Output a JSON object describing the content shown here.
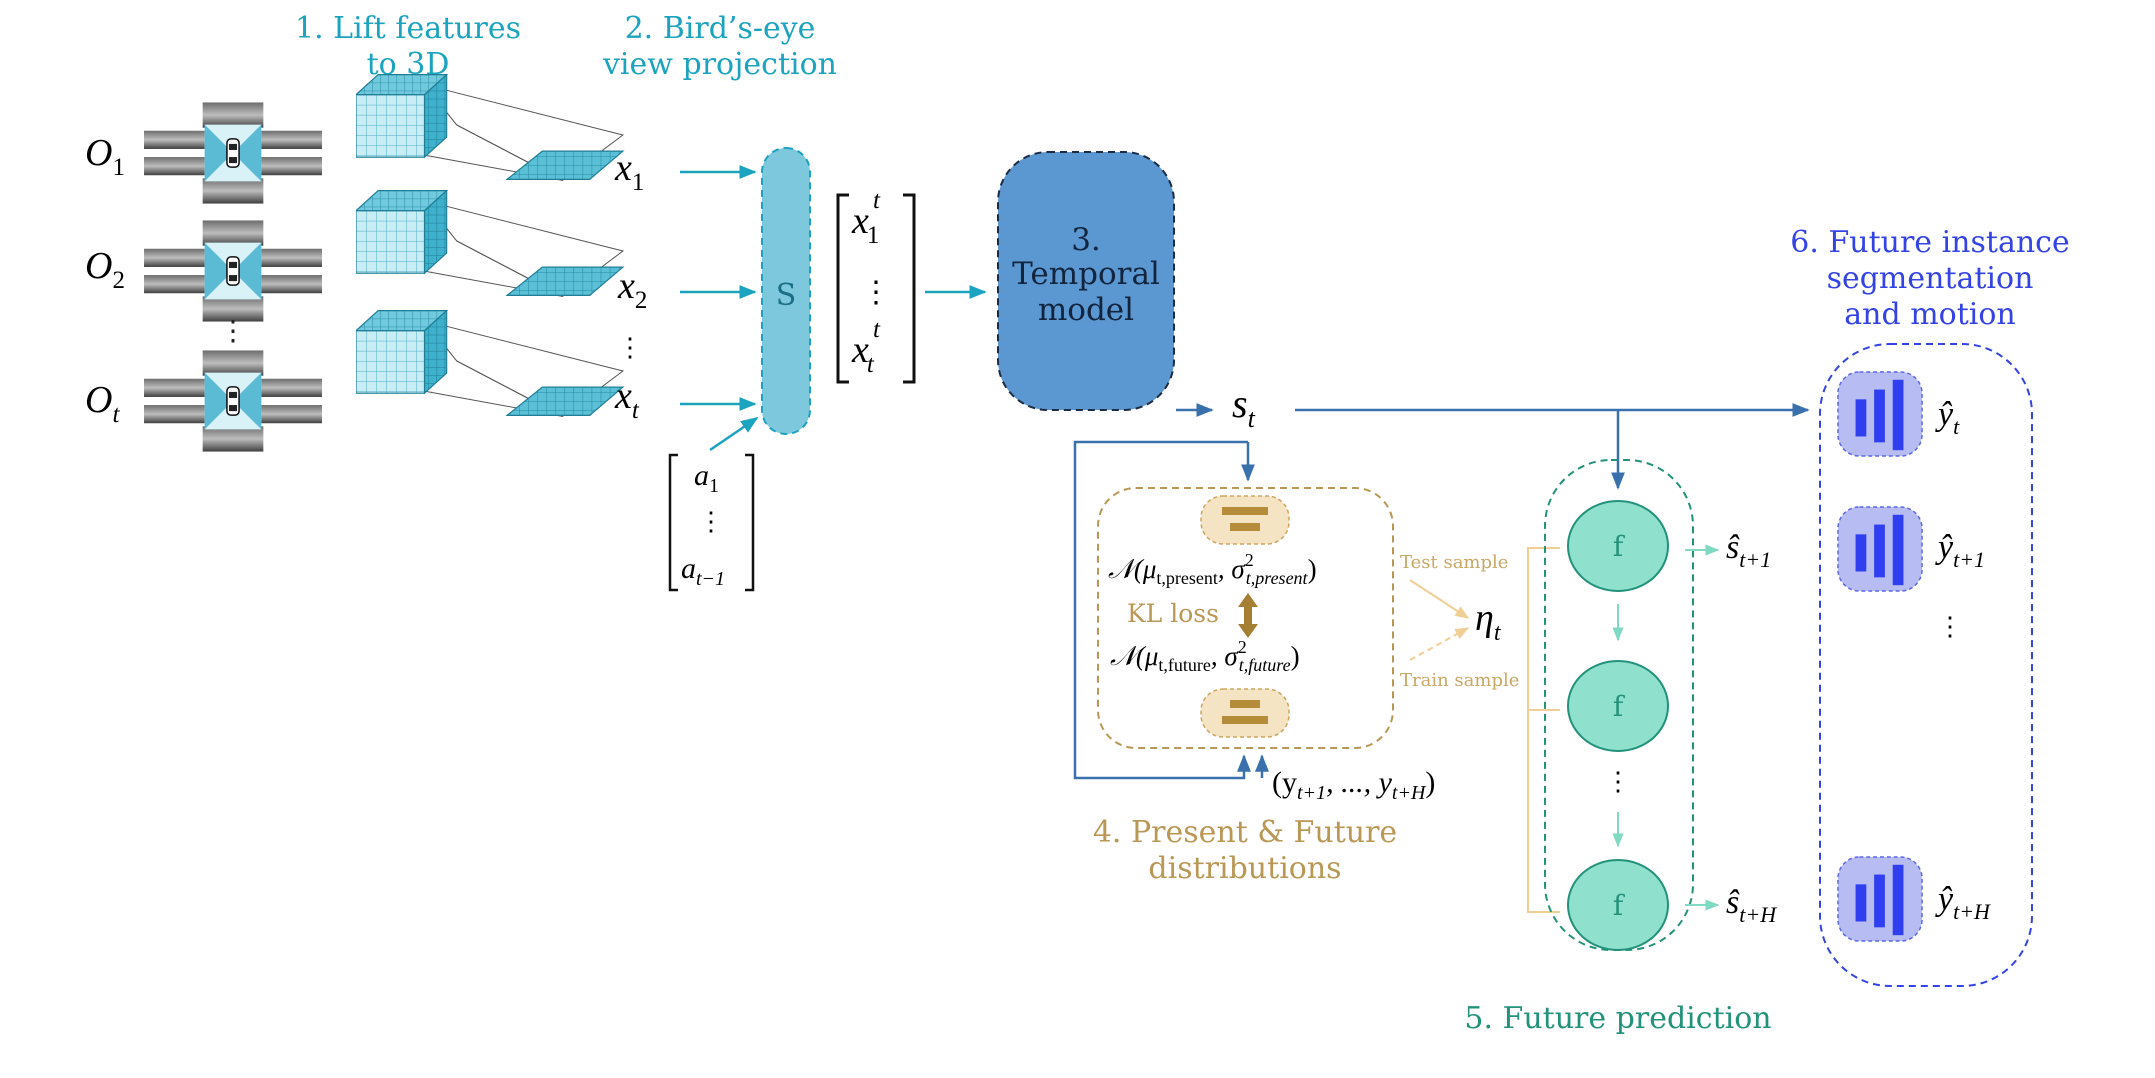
{
  "colors": {
    "teal": "#1ba3bf",
    "dark_teal": "#1a7f98",
    "blue": "#3a71ad",
    "temporal_fill": "#5b98d1",
    "s_fill": "#7ec8dd",
    "tan": "#b99754",
    "tan_light": "#f5e4c4",
    "green": "#23927a",
    "green_fill": "#8fe0cc",
    "green_arrow": "#7fd9c3",
    "purple": "#3443e3",
    "purple_fill": "#b7bdf3",
    "bar_blue": "#2f3ff0"
  },
  "steps": {
    "lift": [
      "1. Lift features",
      "to 3D"
    ],
    "bev": [
      "2. Bird’s-eye",
      "view projection"
    ],
    "temporal": [
      "3.",
      "Temporal",
      "model"
    ],
    "distributions": [
      "4. Present & Future",
      "distributions"
    ],
    "future_prediction": "5. Future prediction",
    "instance": [
      "6. Future instance",
      "segmentation",
      "and motion"
    ]
  },
  "observations": [
    {
      "base": "O",
      "sub": "1"
    },
    {
      "base": "O",
      "sub": "2"
    },
    {
      "base": "O",
      "sub": "t"
    }
  ],
  "features": [
    {
      "base": "x",
      "sub": "1"
    },
    {
      "base": "x",
      "sub": "2"
    },
    {
      "base": "x",
      "sub": "t"
    }
  ],
  "s_block_label": "S",
  "vector_top": {
    "base": "x",
    "sup": "t",
    "sub": "1"
  },
  "vector_bottom": {
    "base": "x",
    "sup": "t",
    "sub": "t"
  },
  "actions_top": {
    "base": "a",
    "sub": "1"
  },
  "actions_bottom": {
    "base": "a",
    "sub": "t−1"
  },
  "state": {
    "base": "s",
    "sub": "t"
  },
  "ellipsis_vertical": "⋮",
  "present_dist": {
    "prefix": "𝒩(μ",
    "mu_sub": "t,present",
    "sep": ", σ",
    "sig_sup": "2",
    "sig_sub": "t,present",
    "close": ")"
  },
  "future_dist": {
    "prefix": "𝒩(μ",
    "mu_sub": "t,future",
    "sep": ", σ",
    "sig_sup": "2",
    "sig_sub": "t,future",
    "close": ")"
  },
  "kl_loss": "KL loss",
  "test_sample": "Test sample",
  "train_sample": "Train sample",
  "eta": {
    "base": "η",
    "sub": "t"
  },
  "future_labels": {
    "open": "(y",
    "sub1": "t+1",
    "mid": ", ..., y",
    "sub2": "t+H",
    "close": ")"
  },
  "f_label": "f",
  "s_hats": [
    {
      "base": "ŝ",
      "sub": "t+1"
    },
    {
      "base": "ŝ",
      "sub": "t+H"
    }
  ],
  "y_hats": [
    {
      "base": "ŷ",
      "sub": "t"
    },
    {
      "base": "ŷ",
      "sub": "t+1"
    },
    {
      "base": "ŷ",
      "sub": "t+H"
    }
  ],
  "icons": {
    "camera_rig": "car-camera-rig-icon",
    "cube": "feature-cube-icon",
    "bev_plane": "bev-plane-icon",
    "distribution": "distribution-bars-icon",
    "segmentation": "segmentation-bars-icon"
  }
}
